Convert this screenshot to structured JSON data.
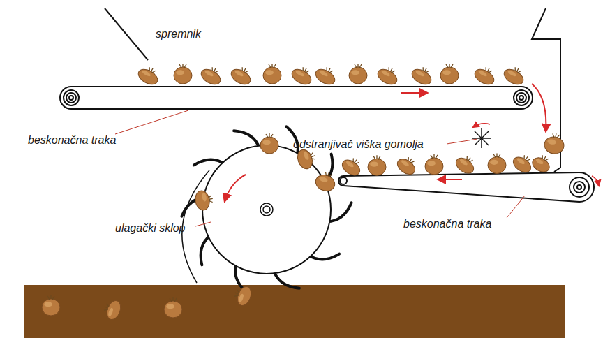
{
  "diagram": {
    "labels": [
      "spremnik",
      "beskonačna traka",
      "odstranjivač viška gomolja",
      "beskonačna traka",
      "ulagački sklop"
    ]
  }
}
